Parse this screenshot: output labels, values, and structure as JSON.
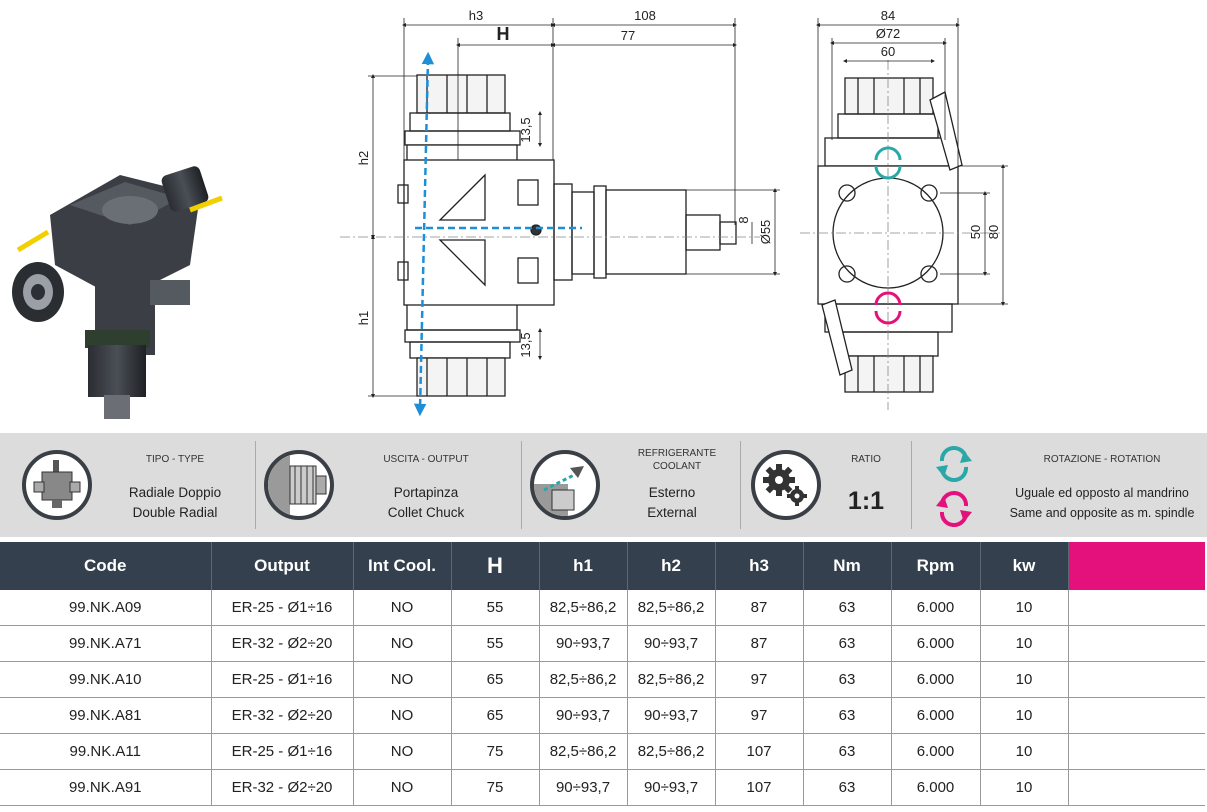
{
  "drawing": {
    "dims": {
      "h3": "h3",
      "d108": "108",
      "H": "H",
      "d77": "77",
      "d13_5_top": "13,5",
      "d13_5_bottom": "13,5",
      "h2": "h2",
      "h1": "h1",
      "d8": "8",
      "d55": "Ø55",
      "d84": "84",
      "d72": "Ø72",
      "d60": "60",
      "d50": "50",
      "d80": "80"
    }
  },
  "specs": {
    "type": {
      "label": "TIPO - TYPE",
      "value_it": "Radiale Doppio",
      "value_en": "Double Radial"
    },
    "output": {
      "label": "USCITA - OUTPUT",
      "value_it": "Portapinza",
      "value_en": "Collet Chuck"
    },
    "coolant": {
      "label_it": "REFRIGERANTE",
      "label_en": "COOLANT",
      "value_it": "Esterno",
      "value_en": "External"
    },
    "ratio": {
      "label": "RATIO",
      "value": "1:1"
    },
    "rotation": {
      "label": "ROTAZIONE - ROTATION",
      "value_it": "Uguale ed opposto al mandrino",
      "value_en": "Same and opposite as m. spindle"
    }
  },
  "colors": {
    "header": "#34404d",
    "accent": "#e4117d",
    "teal": "#2aa7a7"
  },
  "table": {
    "headers": [
      "Code",
      "Output",
      "Int Cool.",
      "H",
      "h1",
      "h2",
      "h3",
      "Nm",
      "Rpm",
      "kw"
    ],
    "rows": [
      [
        "99.NK.A09",
        "ER-25 - Ø1÷16",
        "NO",
        "55",
        "82,5÷86,2",
        "82,5÷86,2",
        "87",
        "63",
        "6.000",
        "10"
      ],
      [
        "99.NK.A71",
        "ER-32 - Ø2÷20",
        "NO",
        "55",
        "90÷93,7",
        "90÷93,7",
        "87",
        "63",
        "6.000",
        "10"
      ],
      [
        "99.NK.A10",
        "ER-25 - Ø1÷16",
        "NO",
        "65",
        "82,5÷86,2",
        "82,5÷86,2",
        "97",
        "63",
        "6.000",
        "10"
      ],
      [
        "99.NK.A81",
        "ER-32 - Ø2÷20",
        "NO",
        "65",
        "90÷93,7",
        "90÷93,7",
        "97",
        "63",
        "6.000",
        "10"
      ],
      [
        "99.NK.A11",
        "ER-25 - Ø1÷16",
        "NO",
        "75",
        "82,5÷86,2",
        "82,5÷86,2",
        "107",
        "63",
        "6.000",
        "10"
      ],
      [
        "99.NK.A91",
        "ER-32 - Ø2÷20",
        "NO",
        "75",
        "90÷93,7",
        "90÷93,7",
        "107",
        "63",
        "6.000",
        "10"
      ]
    ]
  }
}
